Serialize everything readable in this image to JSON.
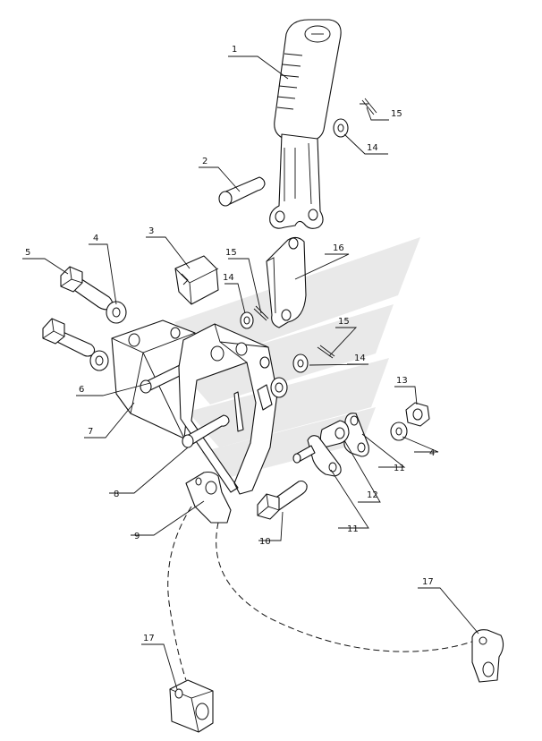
{
  "diagram": {
    "callouts": [
      {
        "id": "c1",
        "label": "1"
      },
      {
        "id": "c2",
        "label": "2"
      },
      {
        "id": "c3",
        "label": "3"
      },
      {
        "id": "c4a",
        "label": "4"
      },
      {
        "id": "c4b",
        "label": "4"
      },
      {
        "id": "c5",
        "label": "5"
      },
      {
        "id": "c6",
        "label": "6"
      },
      {
        "id": "c7",
        "label": "7"
      },
      {
        "id": "c8",
        "label": "8"
      },
      {
        "id": "c9",
        "label": "9"
      },
      {
        "id": "c10",
        "label": "10"
      },
      {
        "id": "c11a",
        "label": "11"
      },
      {
        "id": "c11b",
        "label": "11"
      },
      {
        "id": "c12",
        "label": "12"
      },
      {
        "id": "c13",
        "label": "13"
      },
      {
        "id": "c14a",
        "label": "14"
      },
      {
        "id": "c14b",
        "label": "14"
      },
      {
        "id": "c14c",
        "label": "14"
      },
      {
        "id": "c15a",
        "label": "15"
      },
      {
        "id": "c15b",
        "label": "15"
      },
      {
        "id": "c15c",
        "label": "15"
      },
      {
        "id": "c16",
        "label": "16"
      },
      {
        "id": "c17a",
        "label": "17"
      },
      {
        "id": "c17b",
        "label": "17"
      }
    ]
  },
  "colors": {
    "line": "#111111",
    "background": "#ffffff",
    "watermark": "#e9e9e9"
  }
}
